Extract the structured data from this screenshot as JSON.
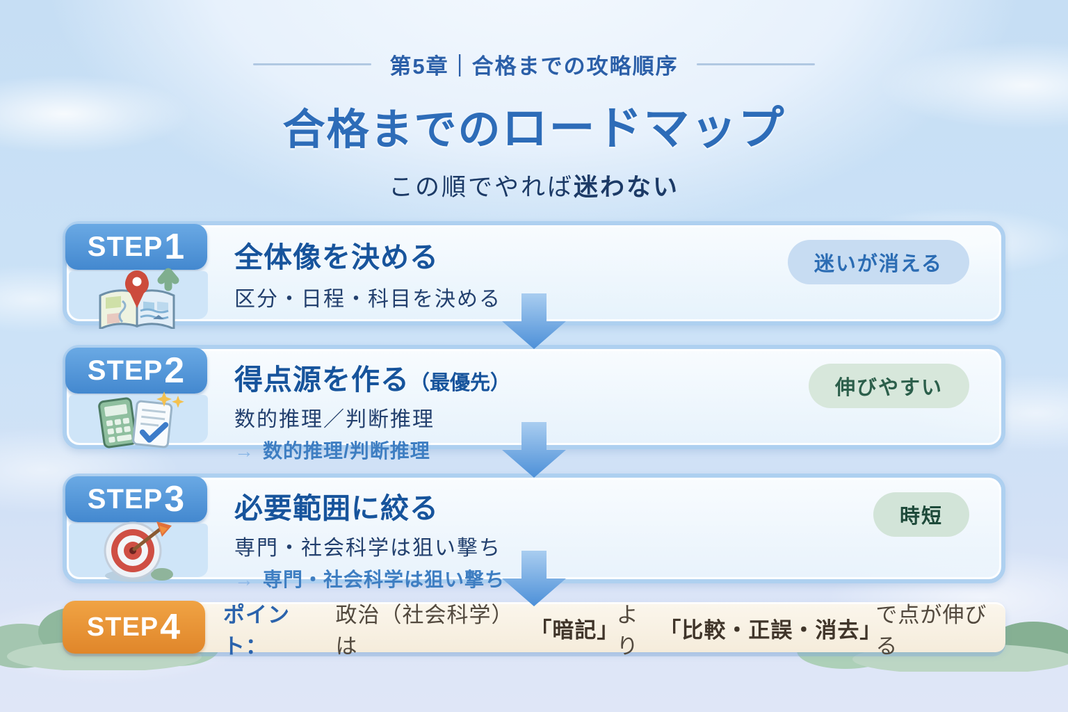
{
  "header": {
    "chapter": "第5章｜合格までの攻略順序",
    "title_1": "合格までの",
    "title_2": "ロードマップ",
    "subtitle_regular": "この順でやれば",
    "subtitle_bold": "迷わない"
  },
  "shared": {
    "note_arrow": "→"
  },
  "steps": [
    {
      "badge_text": "STEP",
      "badge_num": "1",
      "title": "全体像を決める",
      "subtitle": "区分・日程・科目を決める",
      "pill": "迷いが消える",
      "icon": "map-pin-icon"
    },
    {
      "badge_text": "STEP",
      "badge_num": "2",
      "title": "得点源を作る",
      "title_suffix": "（最優先）",
      "subtitle": "数的推理／判断推理",
      "note": "数的推理/判断推理",
      "pill": "伸びやすい",
      "icon": "calculator-checklist-icon"
    },
    {
      "badge_text": "STEP",
      "badge_num": "3",
      "title": "必要範囲に絞る",
      "subtitle": "専門・社会科学は狙い撃ち",
      "note": "専門・社会科学は狙い撃ち",
      "pill": "時短",
      "icon": "dartboard-icon"
    }
  ],
  "step4": {
    "badge_text": "STEP",
    "badge_num": "4",
    "label": "ポイント：",
    "text_1": "政治（社会科学）は",
    "highlight_1": "「暗記」",
    "text_2": "より",
    "highlight_2": "「比較・正誤・消去」",
    "text_3": "で点が伸びる"
  },
  "colors": {
    "title_blue": "#2d6cb8",
    "step_badge_blue": "#4e90d6",
    "step4_orange": "#e8963a",
    "arrow_blue": "#5d9de0",
    "card_border": "#aed0f0",
    "pill1_bg": "#c7dcf2",
    "pill1_fg": "#2b6cb3",
    "pill2_bg": "#d7e7db",
    "pill2_fg": "#2c5f4b",
    "pill3_bg": "#d2e4d8",
    "pill3_fg": "#1e4a3a"
  }
}
